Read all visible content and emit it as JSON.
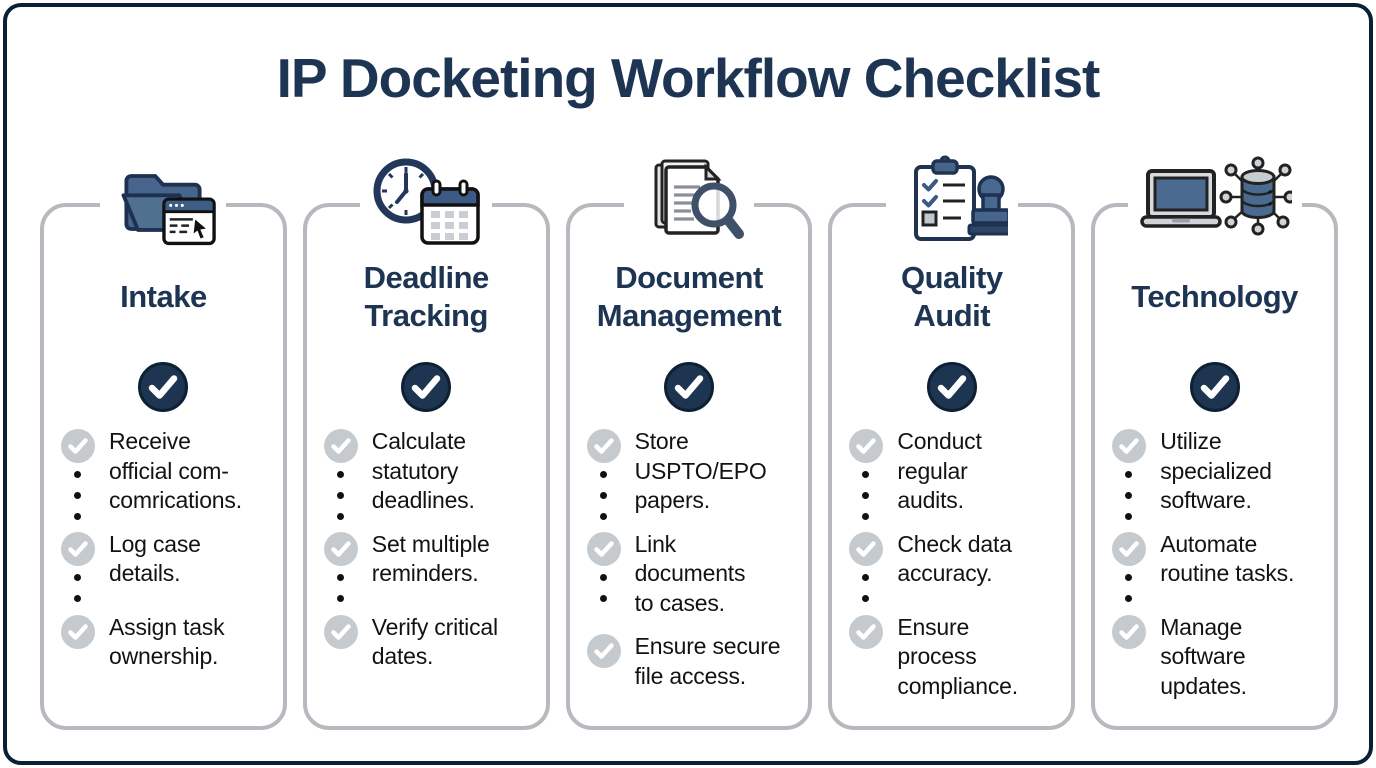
{
  "title": "IP Docketing Workflow Checklist",
  "colors": {
    "accent_navy": "#1d3553",
    "outer_border": "#0d1f33",
    "card_border": "#b6babe",
    "gray_check": "#c5cacf",
    "icon_steel_blue": "#47658c",
    "body_text": "#131313"
  },
  "columns": [
    {
      "title": "Intake",
      "icon": "folder-window-icon",
      "items": [
        "Receive\nofficial com-\ncomrications.",
        "Log case\ndetails.",
        "Assign task\nownership."
      ]
    },
    {
      "title": "Deadline\nTracking",
      "icon": "clock-calendar-icon",
      "items": [
        "Calculate\nstatutory\ndeadlines.",
        "Set multiple\nreminders.",
        "Verify critical\ndates."
      ]
    },
    {
      "title": "Document\nManagement",
      "icon": "documents-magnifier-icon",
      "items": [
        "Store\nUSPTO/EPO\npapers.",
        "Link\ndocuments\nto cases.",
        "Ensure secure\nfile access."
      ]
    },
    {
      "title": "Quality\nAudit",
      "icon": "clipboard-stamp-icon",
      "items": [
        "Conduct\nregular\naudits.",
        "Check data\naccuracy.",
        "Ensure\nprocess\ncompliance."
      ]
    },
    {
      "title": "Technology",
      "icon": "laptop-network-icon",
      "items": [
        "Utilize\nspecialized\nsoftware.",
        "Automate\nroutine tasks.",
        "Manage\nsoftware\nupdates."
      ]
    }
  ]
}
